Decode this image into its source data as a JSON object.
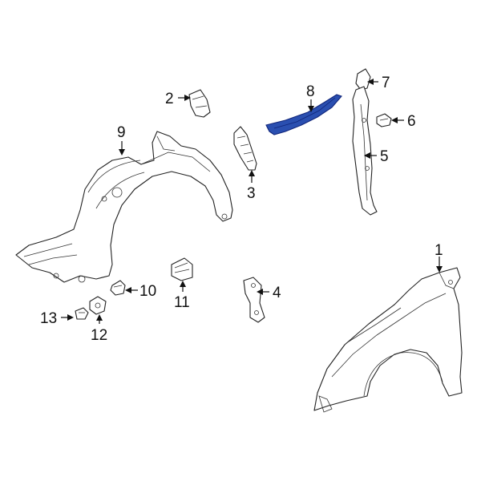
{
  "colors": {
    "highlight_fill": "#2a4fb0",
    "highlight_stroke": "#10257a",
    "line": "#222222",
    "background": "#ffffff"
  },
  "callouts": {
    "c1": "1",
    "c2": "2",
    "c3": "3",
    "c4": "4",
    "c5": "5",
    "c6": "6",
    "c7": "7",
    "c8": "8",
    "c9": "9",
    "c10": "10",
    "c11": "11",
    "c12": "12",
    "c13": "13"
  }
}
